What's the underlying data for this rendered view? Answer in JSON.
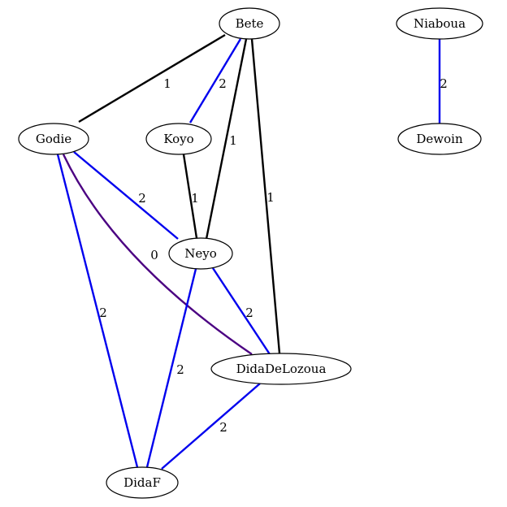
{
  "graph": {
    "nodes": [
      {
        "id": "Bete",
        "label": "Bete"
      },
      {
        "id": "Niaboua",
        "label": "Niaboua"
      },
      {
        "id": "Godie",
        "label": "Godie"
      },
      {
        "id": "Koyo",
        "label": "Koyo"
      },
      {
        "id": "Dewoin",
        "label": "Dewoin"
      },
      {
        "id": "Neyo",
        "label": "Neyo"
      },
      {
        "id": "DidaDeLozoua",
        "label": "DidaDeLozoua"
      },
      {
        "id": "DidaF",
        "label": "DidaF"
      }
    ],
    "edges": [
      {
        "source": "Bete",
        "target": "Godie",
        "label": "1",
        "color": "#000000"
      },
      {
        "source": "Bete",
        "target": "Koyo",
        "label": "2",
        "color": "#0000ee"
      },
      {
        "source": "Bete",
        "target": "Neyo",
        "label": "1",
        "color": "#000000"
      },
      {
        "source": "Bete",
        "target": "DidaDeLozoua",
        "label": "1",
        "color": "#000000"
      },
      {
        "source": "Niaboua",
        "target": "Dewoin",
        "label": "2",
        "color": "#0000ee"
      },
      {
        "source": "Koyo",
        "target": "Neyo",
        "label": "1",
        "color": "#000000"
      },
      {
        "source": "Godie",
        "target": "Neyo",
        "label": "2",
        "color": "#0000ee"
      },
      {
        "source": "Godie",
        "target": "DidaDeLozoua",
        "label": "0",
        "color": "#4b0082"
      },
      {
        "source": "Godie",
        "target": "DidaF",
        "label": "2",
        "color": "#0000ee"
      },
      {
        "source": "Neyo",
        "target": "DidaDeLozoua",
        "label": "2",
        "color": "#0000ee"
      },
      {
        "source": "Neyo",
        "target": "DidaF",
        "label": "2",
        "color": "#0000ee"
      },
      {
        "source": "DidaDeLozoua",
        "target": "DidaF",
        "label": "2",
        "color": "#0000ee"
      }
    ]
  }
}
